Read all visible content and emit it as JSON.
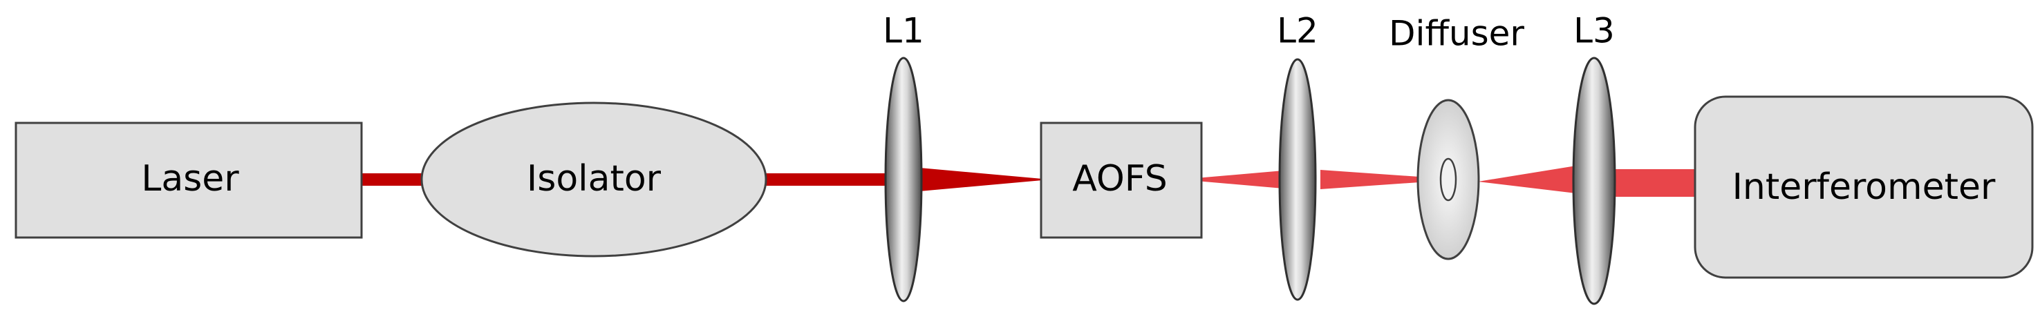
{
  "components": {
    "laser": "Laser",
    "isolator": "Isolator",
    "aofs": "AOFS",
    "interferometer": "Interferometer",
    "diffuser": "Diffuser"
  },
  "lenses": {
    "l1": "L1",
    "l2": "L2",
    "l3": "L3"
  },
  "colors": {
    "beam_dark": "#c00000",
    "beam_light": "#e8454a",
    "box_fill": "#e0e0e0",
    "outline": "#404040"
  }
}
